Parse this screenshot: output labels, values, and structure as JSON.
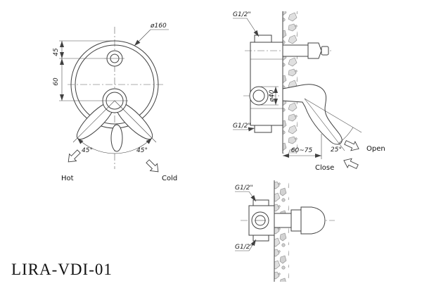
{
  "drawing": {
    "model": "LIRA-VDI-01",
    "front": {
      "dia_label": "ø160",
      "dim_vertical_top": "45",
      "dim_vertical_bottom": "60",
      "angle_left": "45°",
      "angle_right": "45°",
      "hot_label": "Hot",
      "cold_label": "Cold"
    },
    "side": {
      "thread_top": "G1/2\"",
      "thread_bottom": "G1/2\"",
      "dia_label": "ø40",
      "depth_range": "60~75",
      "swing_angle": "25°",
      "open_label": "Open",
      "close_label": "Close"
    },
    "diverter": {
      "thread_top": "G1/2\"",
      "thread_bottom": "G1/2\""
    }
  }
}
